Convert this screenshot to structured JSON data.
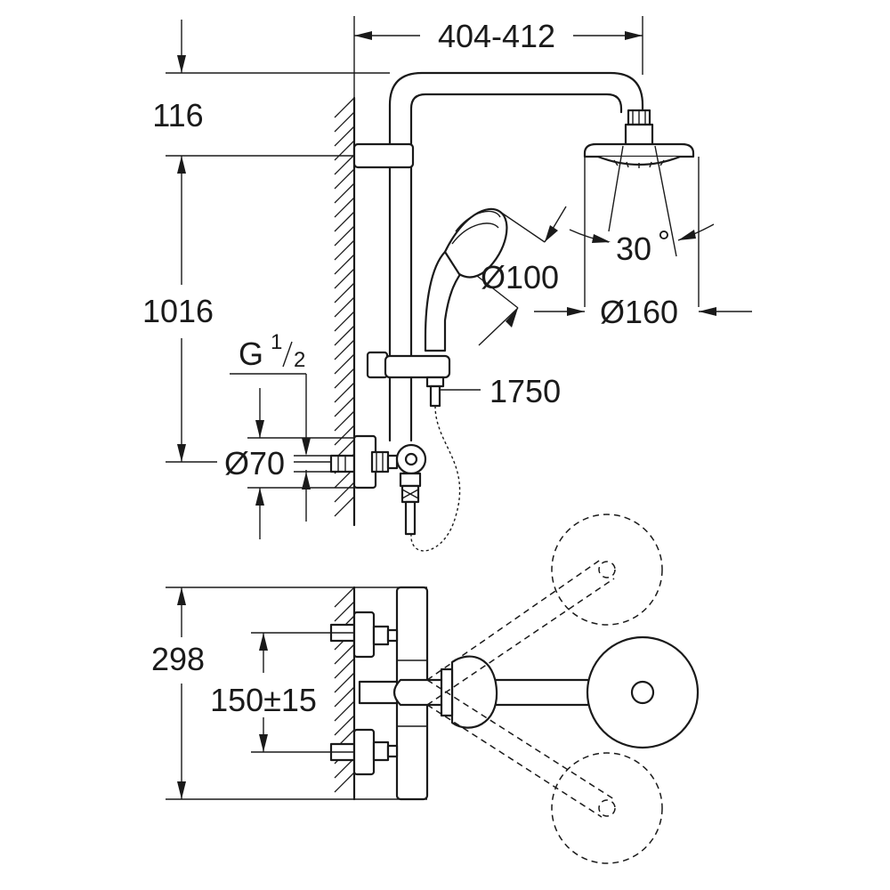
{
  "dimensions": {
    "width_range": "404-412",
    "arm_offset": "116",
    "height": "1016",
    "thread": "G",
    "thread_fraction_num": "1",
    "thread_fraction_den": "2",
    "escutcheon_diameter": "Ø70",
    "head_angle": "30",
    "degree_mark": "°",
    "hand_shower_diameter": "Ø100",
    "head_shower_diameter": "Ø160",
    "hose_length": "1750",
    "top_view_depth": "298",
    "connection_centres": "150±15"
  }
}
